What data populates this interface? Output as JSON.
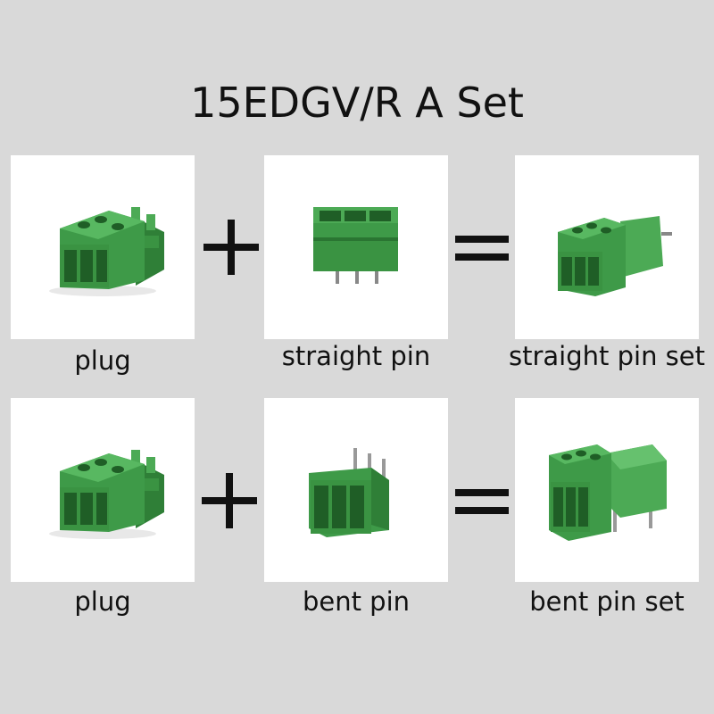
{
  "title": "15EDGV/R A Set",
  "rows": [
    {
      "items": [
        {
          "label": "plug"
        },
        {
          "label": "straight pin"
        },
        {
          "label": "straight pin set"
        }
      ]
    },
    {
      "items": [
        {
          "label": "plug"
        },
        {
          "label": "bent pin"
        },
        {
          "label": "bent pin set"
        }
      ]
    }
  ],
  "colors": {
    "connector": "#3e9a48",
    "background": "#d9d9d9",
    "panel": "#ffffff"
  }
}
